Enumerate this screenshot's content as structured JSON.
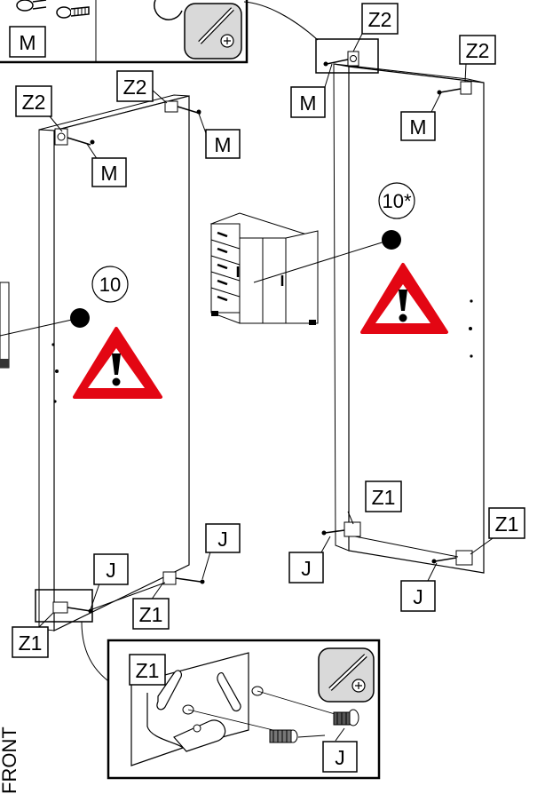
{
  "labels": {
    "m_inset": "M",
    "z2_panel_right_a": "Z2",
    "z2_panel_right_b": "Z2",
    "m_panel_right_a": "M",
    "m_panel_right_b": "M",
    "z2_panel_left_a": "Z2",
    "z2_panel_left_b": "Z2",
    "m_panel_left_a": "M",
    "m_panel_left_b": "M",
    "z1_panel_right_a": "Z1",
    "z1_panel_right_b": "Z1",
    "j_panel_right_a": "J",
    "j_panel_right_b": "J",
    "j_panel_left_a": "J",
    "j_panel_left_b": "J",
    "z1_panel_left_a": "Z1",
    "z1_panel_left_b": "Z1",
    "z1_inset": "Z1",
    "j_inset": "J"
  },
  "callouts": {
    "left_panel": "10",
    "right_panel": "10*"
  },
  "side_text": "FRONT",
  "icons": [
    "screwdriver-icon",
    "warning-icon",
    "cabinet-icon",
    "cam-fitting-icon"
  ],
  "colors": {
    "warning_red": "#e30613",
    "line": "#000000",
    "tool_bg": "#d9d9d9"
  }
}
